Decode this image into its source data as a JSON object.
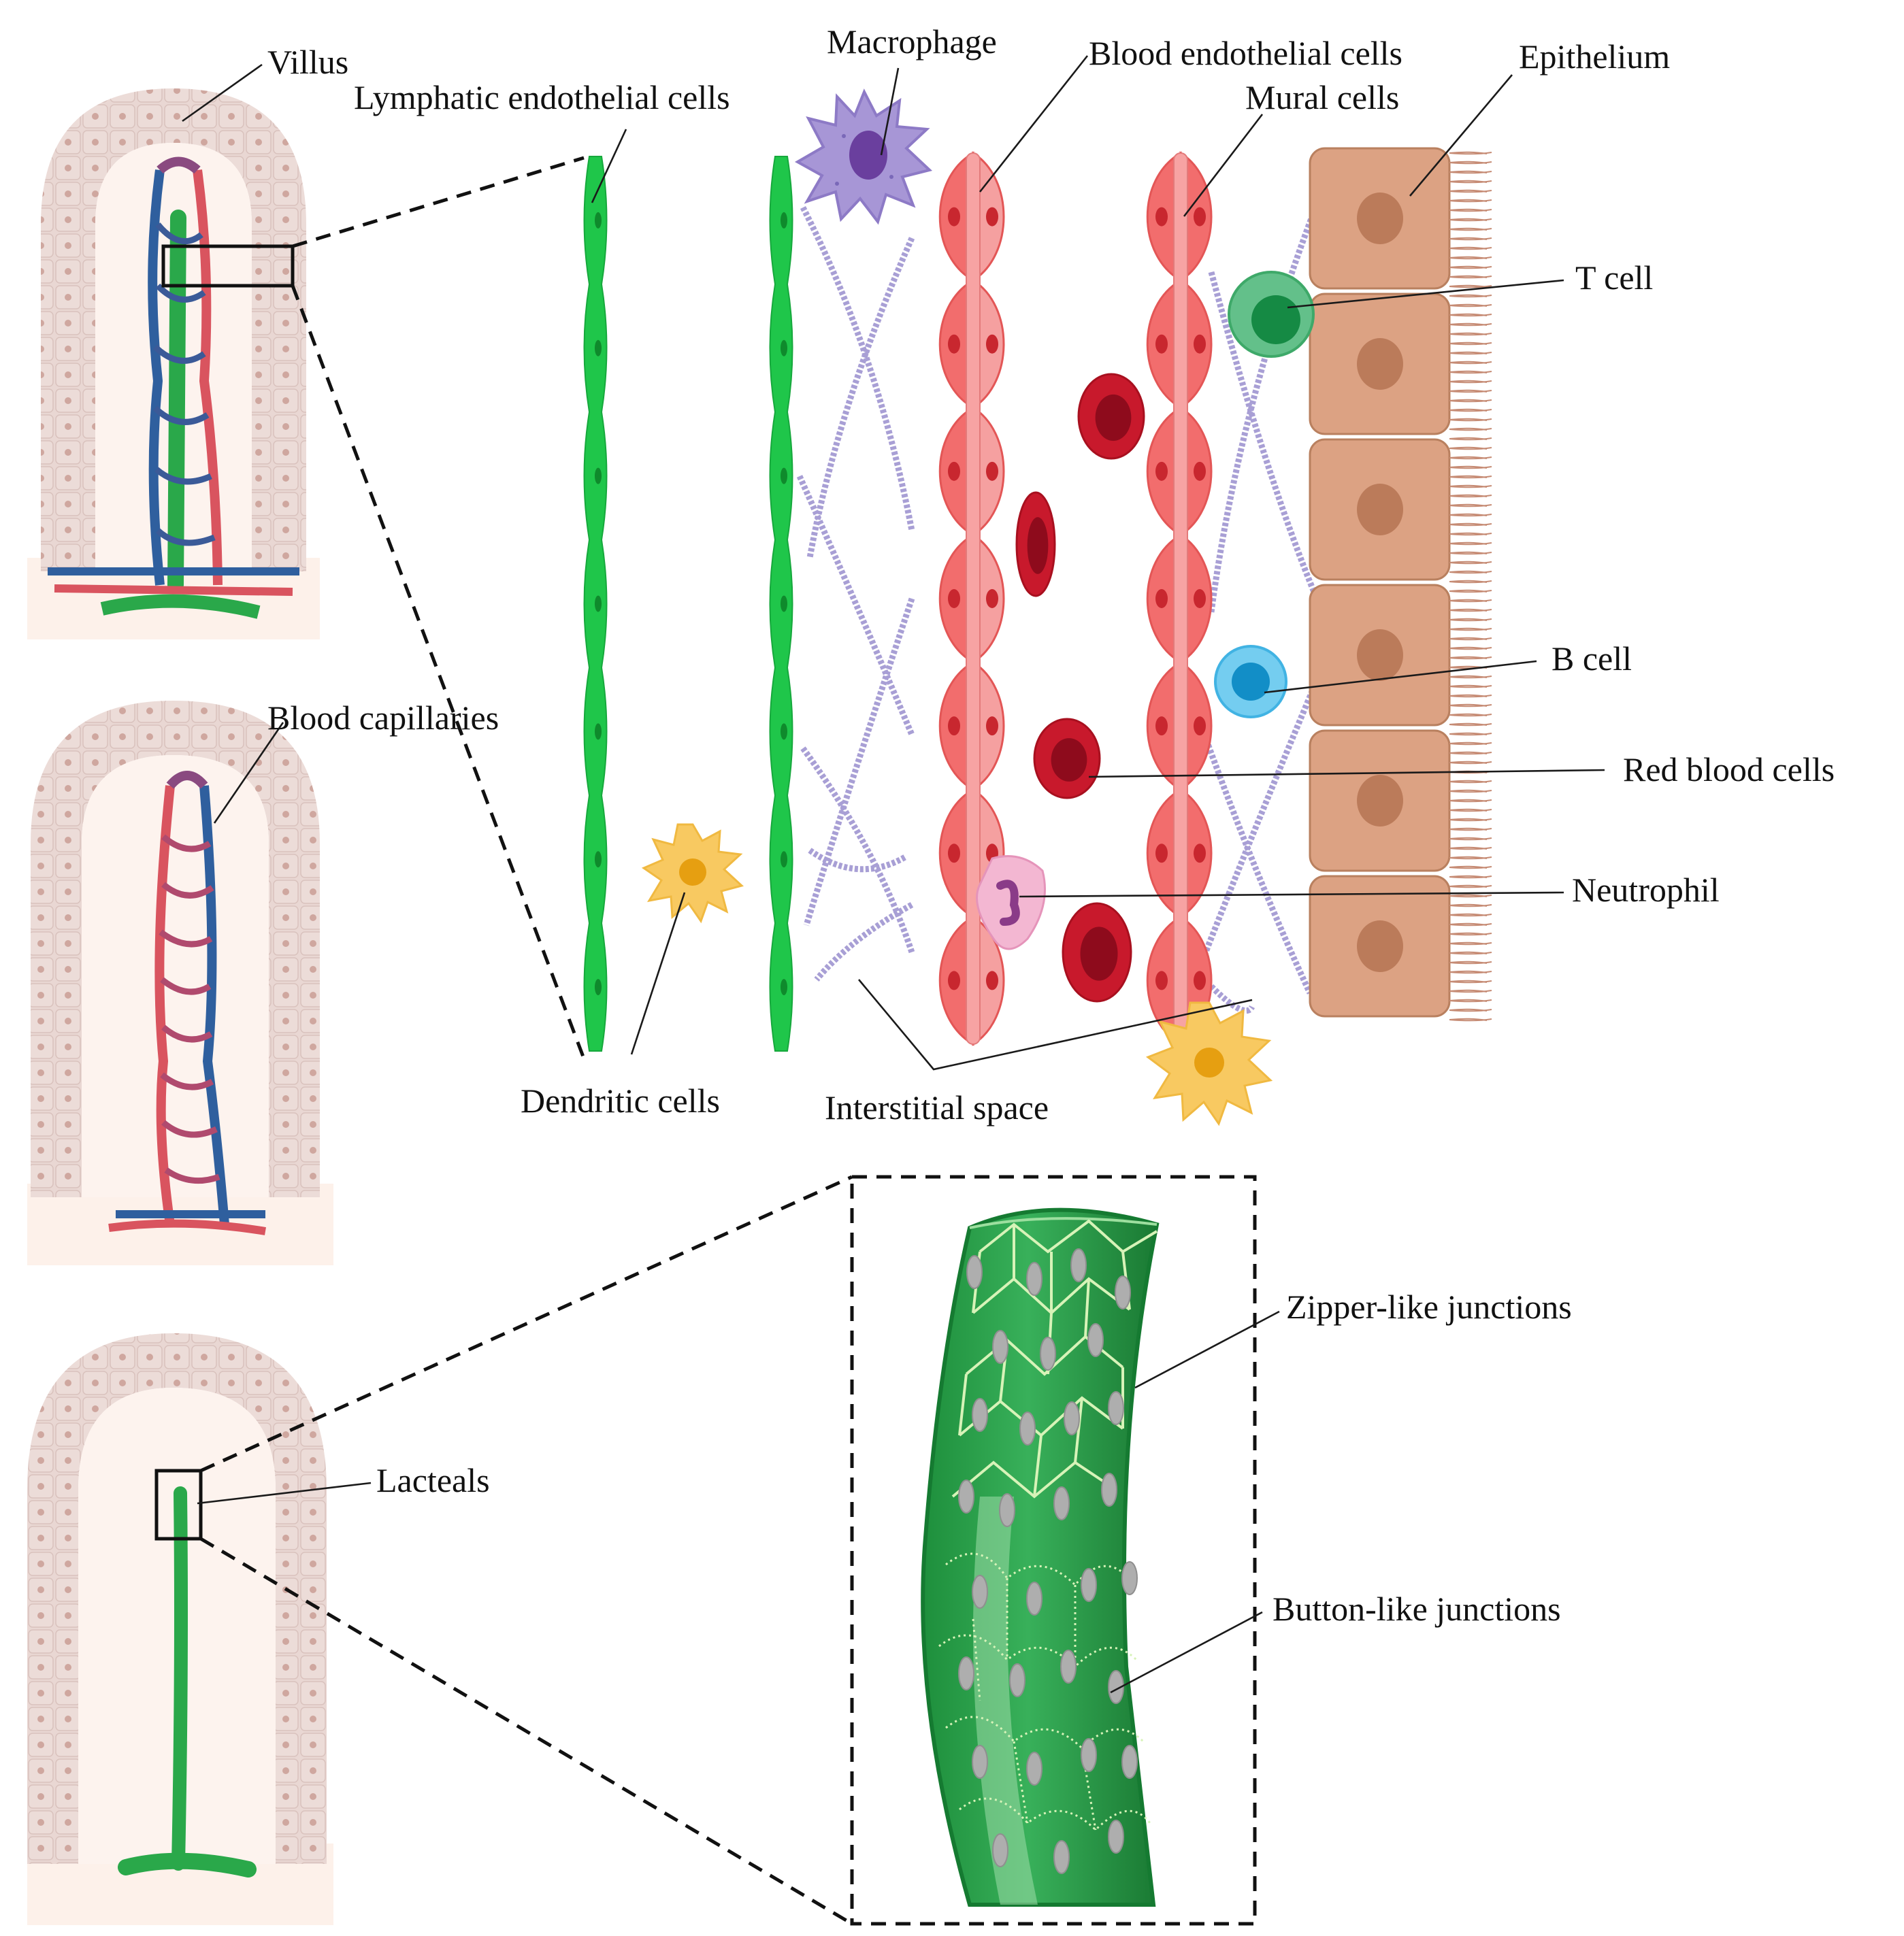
{
  "labels": {
    "villus": "Villus",
    "lymphatic_endothelial_cells": "Lymphatic endothelial cells",
    "macrophage": "Macrophage",
    "blood_endothelial_cells": "Blood  endothelial cells",
    "mural_cells": "Mural cells",
    "epithelium": "Epithelium",
    "t_cell": "T cell",
    "b_cell": "B cell",
    "red_blood_cells": "Red blood cells",
    "neutrophil": "Neutrophil",
    "dendritic_cells": "Dendritic cells",
    "interstitial_space": "Interstitial space",
    "blood_capillaries": "Blood capillaries",
    "lacteals": "Lacteals",
    "zipper_like_junctions": "Zipper-like junctions",
    "button_like_junctions": "Button-like junctions"
  },
  "colors": {
    "villus_wall": "#e9d7d3",
    "villus_core": "#fdf3ee",
    "lymphatic_green": "#1fc64a",
    "lacteal_green": "#2aa84a",
    "vein_blue": "#2f5f9e",
    "artery_red": "#d9545f",
    "endothelial_red": "#f26d6d",
    "mural_pink": "#f5a0a0",
    "red_blood_cell": "#c0162a",
    "epithelium_tan": "#dca283",
    "macrophage_purple": "#9d8ccf",
    "dendritic_yellow": "#f6c552",
    "t_cell_green": "#27a05a",
    "b_cell_blue": "#2aa4d8",
    "neutrophil_pink": "#f3b7d2",
    "collagen_lavender": "#9f97cf"
  }
}
